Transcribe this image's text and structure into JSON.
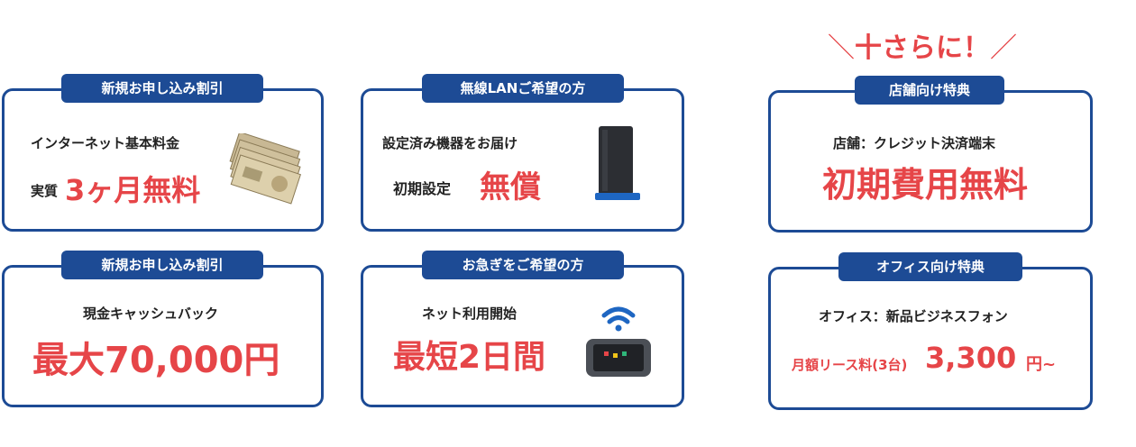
{
  "top_callout": "十さらに！",
  "colors": {
    "navy": "#1d4b95",
    "red": "#e64548"
  },
  "cards": [
    {
      "tab": "新規お申し込み割引",
      "line1": "インターネット基本料金",
      "prefix": "実質",
      "big": "3ヶ月無料",
      "icon": "cash-bills-icon"
    },
    {
      "tab": "無線LANご希望の方",
      "line1": "設定済み機器をお届け",
      "prefix": "初期設定",
      "big": "無償",
      "icon": "wifi-router-icon"
    },
    {
      "tab": "店舗向け特典",
      "line1": "店舗：クレジット決済端末",
      "big": "初期費用無料"
    },
    {
      "tab": "新規お申し込み割引",
      "line1": "現金キャッシュバック",
      "big": "最大70,000円"
    },
    {
      "tab": "お急ぎをご希望の方",
      "line1": "ネット利用開始",
      "big": "最短2日間",
      "icon": "pocket-wifi-icon"
    },
    {
      "tab": "オフィス向け特典",
      "line1": "オフィス：新品ビジネスフォン",
      "prefix": "月額リース料(3台)",
      "big": "3,300",
      "suffix": "円~"
    }
  ]
}
